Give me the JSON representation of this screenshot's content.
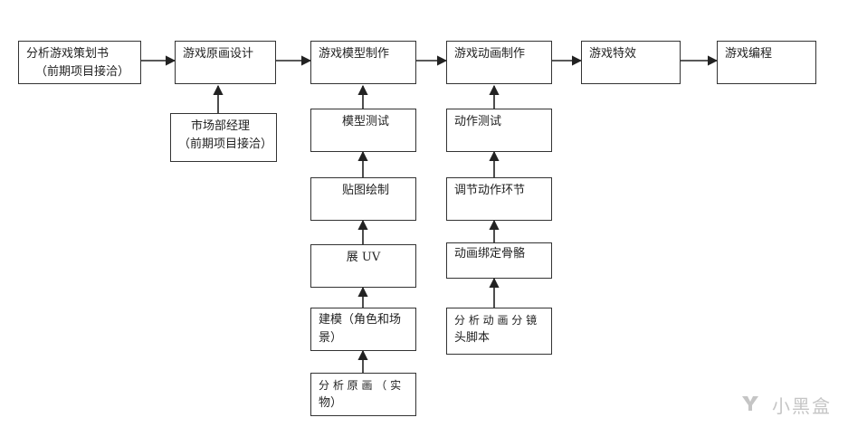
{
  "colors": {
    "line": "#222222",
    "border": "#333333",
    "background": "#ffffff"
  },
  "nodes": {
    "analyze_plan": {
      "line1": "分析游戏策划书",
      "line2": "（前期项目接洽）"
    },
    "concept_design": {
      "line1": "游戏原画设计"
    },
    "market_manager": {
      "line1": "市场部经理",
      "line2": "（前期项目接洽）"
    },
    "model_production": {
      "line1": "游戏模型制作"
    },
    "animation_production": {
      "line1": "游戏动画制作"
    },
    "game_effects": {
      "line1": "游戏特效"
    },
    "game_programming": {
      "line1": "游戏编程"
    },
    "model_test": {
      "line1": "模型测试"
    },
    "texture_painting": {
      "line1": "贴图绘制"
    },
    "unwrap_uv": {
      "line1": "展 UV"
    },
    "modeling": {
      "line1": "建模（角色和场",
      "line2": "景）"
    },
    "analyze_concept": {
      "line1": "分 析 原 画 （ 实",
      "line2": "物）"
    },
    "animation_test": {
      "line1": "动作测试"
    },
    "adjust_motion": {
      "line1": "调节动作环节"
    },
    "rig_skeleton": {
      "line1": "动画绑定骨骼"
    },
    "analyze_storyboard": {
      "line1": "分 析 动 画 分 镜",
      "line2": "头脚本"
    }
  },
  "watermark": {
    "text": "小黑盒",
    "icon": "heybox-logo-icon"
  }
}
